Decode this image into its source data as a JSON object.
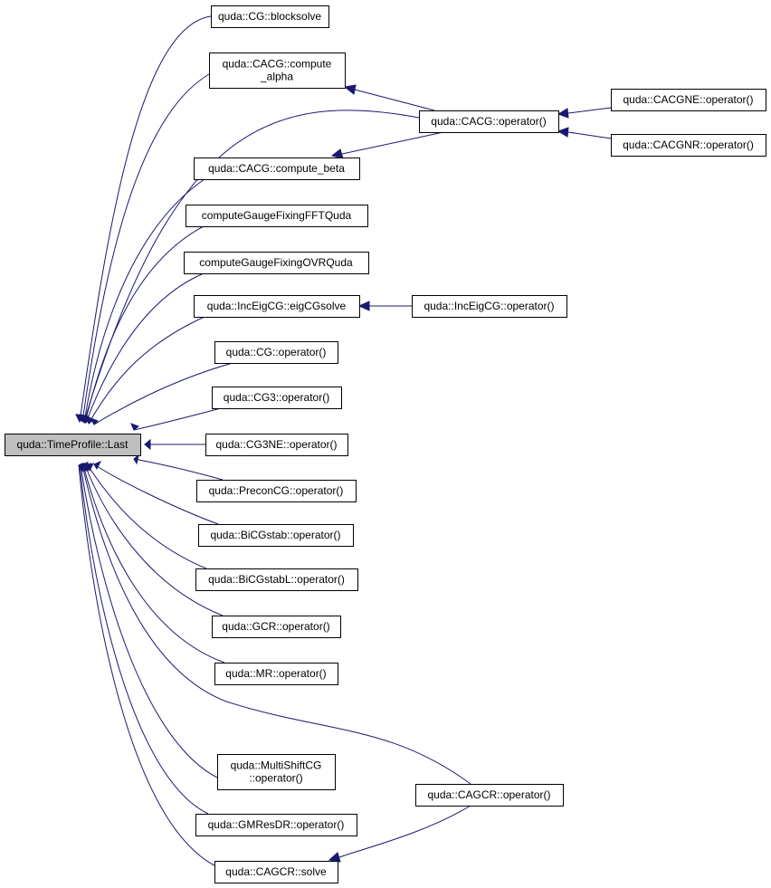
{
  "diagram": {
    "colors": {
      "edge": "#191970",
      "root_fill": "#bfbfbf",
      "node_fill": "#ffffff",
      "border": "#000000"
    },
    "nodes": [
      {
        "id": "last",
        "lines": [
          "quda::TimeProfile::Last"
        ],
        "root": true
      },
      {
        "id": "cg_blocksolve",
        "lines": [
          "quda::CG::blocksolve"
        ]
      },
      {
        "id": "cacg_alpha",
        "lines": [
          "quda::CACG::compute",
          "_alpha"
        ]
      },
      {
        "id": "cacg_beta",
        "lines": [
          "quda::CACG::compute_beta"
        ]
      },
      {
        "id": "gfft",
        "lines": [
          "computeGaugeFixingFFTQuda"
        ]
      },
      {
        "id": "govr",
        "lines": [
          "computeGaugeFixingOVRQuda"
        ]
      },
      {
        "id": "inceig_solve",
        "lines": [
          "quda::IncEigCG::eigCGsolve"
        ]
      },
      {
        "id": "cg_op",
        "lines": [
          "quda::CG::operator()"
        ]
      },
      {
        "id": "cg3_op",
        "lines": [
          "quda::CG3::operator()"
        ]
      },
      {
        "id": "cg3ne_op",
        "lines": [
          "quda::CG3NE::operator()"
        ]
      },
      {
        "id": "precon_op",
        "lines": [
          "quda::PreconCG::operator()"
        ]
      },
      {
        "id": "bicg_op",
        "lines": [
          "quda::BiCGstab::operator()"
        ]
      },
      {
        "id": "bicgl_op",
        "lines": [
          "quda::BiCGstabL::operator()"
        ]
      },
      {
        "id": "gcr_op",
        "lines": [
          "quda::GCR::operator()"
        ]
      },
      {
        "id": "mr_op",
        "lines": [
          "quda::MR::operator()"
        ]
      },
      {
        "id": "multishift_op",
        "lines": [
          "quda::MultiShiftCG",
          "::operator()"
        ]
      },
      {
        "id": "gmres_op",
        "lines": [
          "quda::GMResDR::operator()"
        ]
      },
      {
        "id": "cagcr_solve",
        "lines": [
          "quda::CAGCR::solve"
        ]
      },
      {
        "id": "cacg_op",
        "lines": [
          "quda::CACG::operator()"
        ]
      },
      {
        "id": "inceig_op",
        "lines": [
          "quda::IncEigCG::operator()"
        ]
      },
      {
        "id": "cagcr_op",
        "lines": [
          "quda::CAGCR::operator()"
        ]
      },
      {
        "id": "cacgne_op",
        "lines": [
          "quda::CACGNE::operator()"
        ]
      },
      {
        "id": "cacgnr_op",
        "lines": [
          "quda::CACGNR::operator()"
        ]
      }
    ]
  }
}
